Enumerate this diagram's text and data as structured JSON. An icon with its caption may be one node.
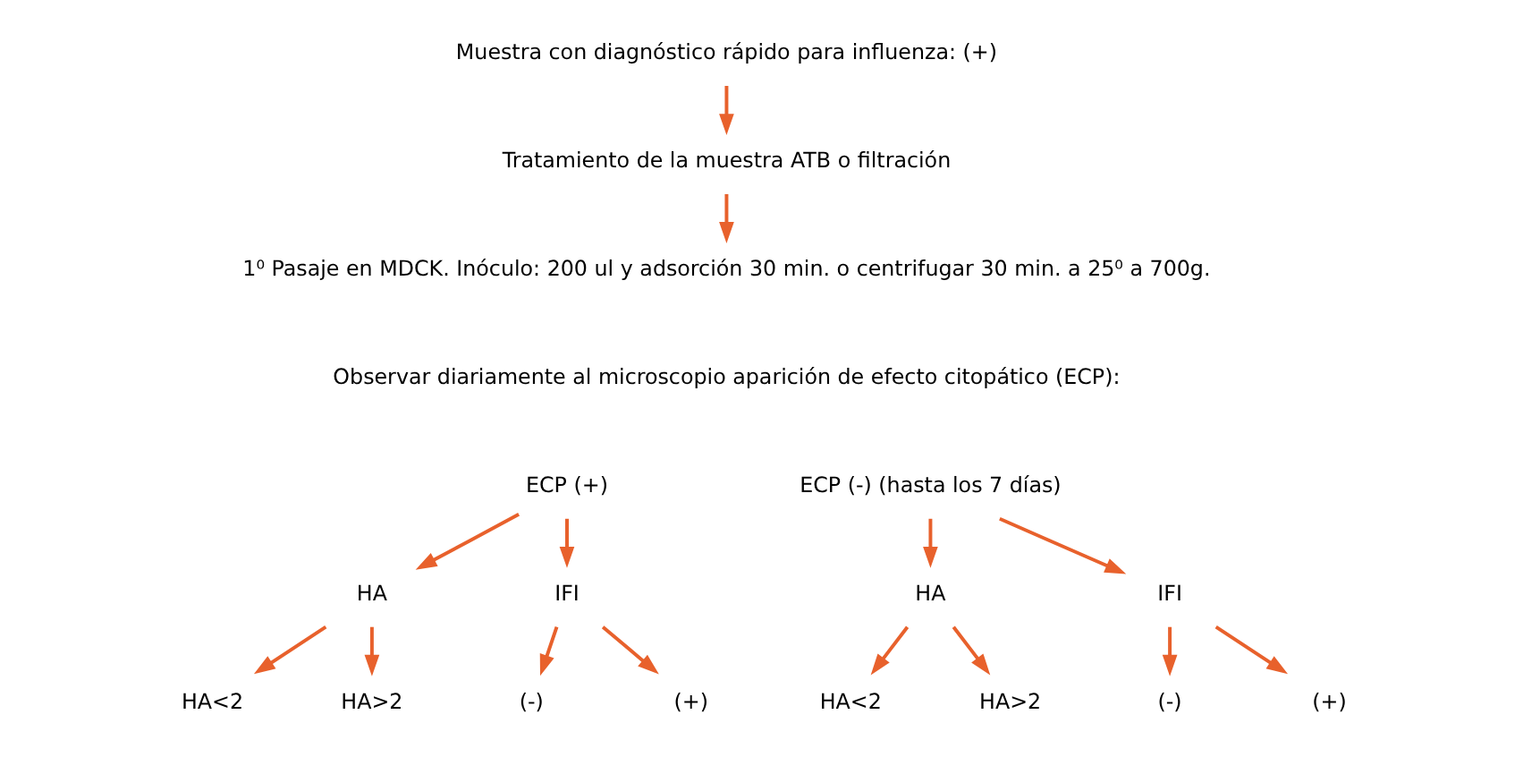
{
  "diagram": {
    "nodes": [
      {
        "text": [
          "Muestra con diagnóstico rápido para influenza: (+)"
        ]
      },
      {
        "text": [
          "Tratamiento de la muestra ATB o filtración"
        ]
      },
      {
        "text": [
          "1⁰ Pasaje en MDCK. Inóculo: 200 ul y adsorción 30 min. o centrifugar 30 min. a 25⁰ a 700g."
        ]
      },
      {
        "text": [
          "ECP (+)"
        ]
      },
      {
        "text": [
          "HA"
        ]
      },
      {
        "text": [
          "IFI"
        ]
      },
      {
        "text": [
          "HA<2"
        ]
      },
      {
        "text": [
          "HA>2"
        ]
      },
      {
        "text": [
          "(-)"
        ]
      },
      {
        "text": [
          "(+)"
        ]
      },
      {
        "text": [
          "ECP (-) (hasta los 7 días)"
        ]
      },
      {
        "text": [
          "HA"
        ]
      },
      {
        "text": [
          "IFI"
        ]
      },
      {
        "text": [
          "HA<2"
        ]
      },
      {
        "text": [
          "HA>2"
        ]
      },
      {
        "text": [
          "(-)"
        ]
      },
      {
        "text": [
          "(+)"
        ]
      }
    ],
    "edges": [
      {
        "from": 0,
        "to": 1,
        "arrow": "to"
      },
      {
        "from": 1,
        "to": 2,
        "arrow": "to"
      },
      {
        "from": 3,
        "to": 4,
        "arrow": "to"
      },
      {
        "from": 3,
        "to": 5,
        "arrow": "to"
      },
      {
        "from": 4,
        "to": 6,
        "arrow": "to"
      },
      {
        "from": 4,
        "to": 7,
        "arrow": "to"
      },
      {
        "from": 5,
        "to": 8,
        "arrow": "to"
      },
      {
        "from": 5,
        "to": 9,
        "arrow": "to"
      },
      {
        "from": 10,
        "to": 11,
        "arrow": "to"
      },
      {
        "from": 10,
        "to": 12,
        "arrow": "to"
      },
      {
        "from": 11,
        "to": 13,
        "arrow": "to"
      },
      {
        "from": 11,
        "to": 14,
        "arrow": "to"
      },
      {
        "from": 12,
        "to": 15,
        "arrow": "to"
      },
      {
        "from": 12,
        "to": 16,
        "arrow": "to"
      }
    ],
    "labels": [
      "Observar diariamente al microscopio aparición de efecto citopático (ECP):"
    ]
  }
}
